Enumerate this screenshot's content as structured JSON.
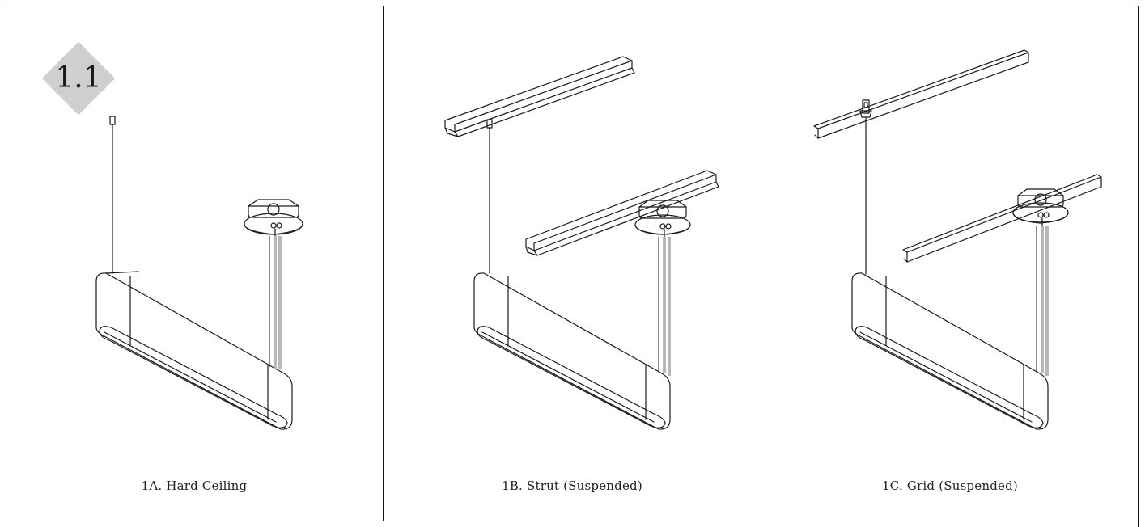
{
  "section_badge": "1.1",
  "panels": [
    {
      "caption": "1A. Hard Ceiling",
      "mount": "hard-ceiling"
    },
    {
      "caption": "1B. Strut (Suspended)",
      "mount": "strut"
    },
    {
      "caption": "1C. Grid (Suspended)",
      "mount": "grid"
    }
  ],
  "colors": {
    "line": "#1a1a1a",
    "cord": "#b8b8b8",
    "badge": "#cfcfcf"
  }
}
